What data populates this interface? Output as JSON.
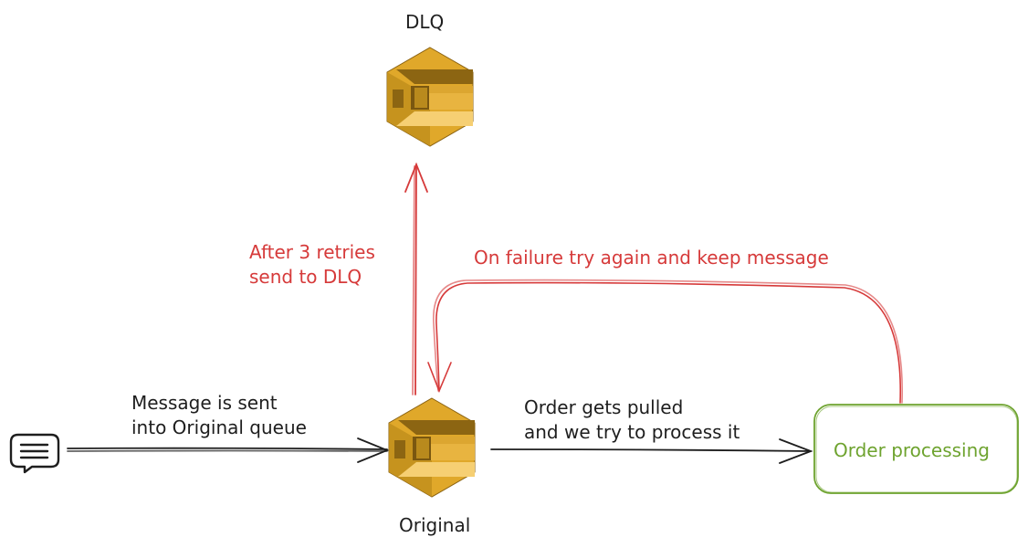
{
  "labels": {
    "dlq_title": "DLQ",
    "original_title": "Original",
    "retry_line1": "After 3 retries",
    "retry_line2": "send to DLQ",
    "failure_note": "On failure try again and keep message",
    "send_line1": "Message is sent",
    "send_line2": "into Original queue",
    "pull_line1": "Order gets pulled",
    "pull_line2": "and we try to process it",
    "processing_box": "Order processing"
  },
  "icons": {
    "queue": "sqs-queue-icon",
    "message": "chat-bubble-icon"
  },
  "colors": {
    "text": "#1e1e1e",
    "accent_red": "#d63a3a",
    "accent_green": "#6ea32f",
    "queue_dark": "#b07f1b",
    "queue_mid": "#e0a82a",
    "queue_light": "#f6cf73"
  }
}
